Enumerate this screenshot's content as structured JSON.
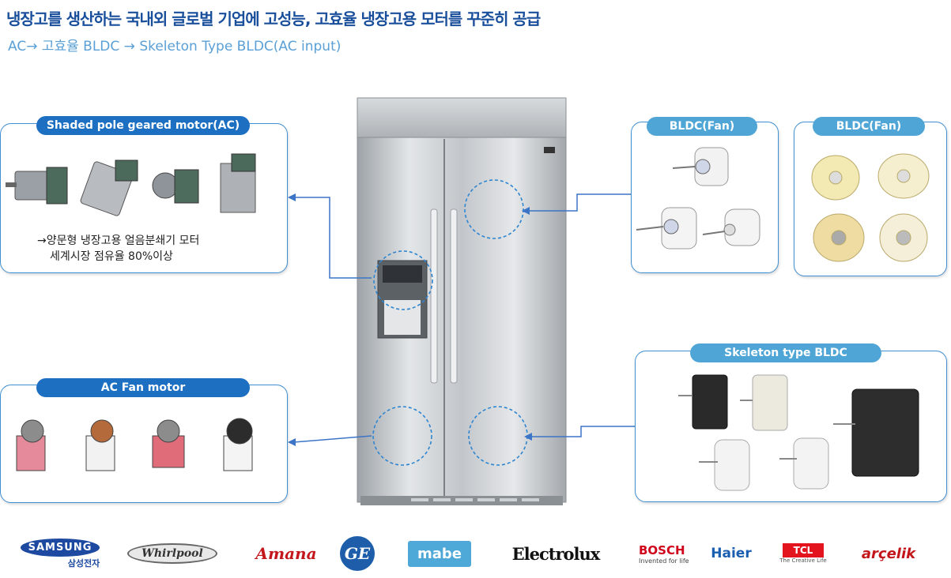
{
  "header": {
    "title": "냉장고를 생산하는 국내외 글로벌 기업에 고성능, 고효율 냉장고용 모터를 꾸준히 공급",
    "subtitle": "AC→ 고효율 BLDC → Skeleton Type BLDC(AC input)"
  },
  "panels": {
    "shaded_pole": {
      "label": "Shaded pole geared motor(AC)",
      "note_line1": "→양문형 냉장고용 얼음분쇄기 모터",
      "note_line2": "세계시장 점유율 80%이상"
    },
    "ac_fan": {
      "label": "AC Fan motor"
    },
    "bldc_fan_1": {
      "label": "BLDC(Fan)"
    },
    "bldc_fan_2": {
      "label": "BLDC(Fan)"
    },
    "skeleton": {
      "label": "Skeleton type BLDC"
    }
  },
  "logos": {
    "samsung": "SAMSUNG",
    "samsung_kr": "삼성전자",
    "whirlpool": "Whirlpool",
    "amana": "Amana",
    "ge": "GE",
    "mabe": "mabe",
    "electrolux": "Electrolux",
    "bosch": "BOSCH",
    "bosch_tag": "Invented for life",
    "haier": "Haier",
    "tcl": "TCL",
    "tcl_tag": "The Creative Life",
    "arcelik": "arçelik"
  },
  "colors": {
    "title": "#1a4f9c",
    "subtitle": "#5aa0d6",
    "pill_dark": "#1c6fc1",
    "pill_light": "#4fa6d6",
    "panel_border": "#3f8fd2",
    "connector": "#3c74c6"
  }
}
